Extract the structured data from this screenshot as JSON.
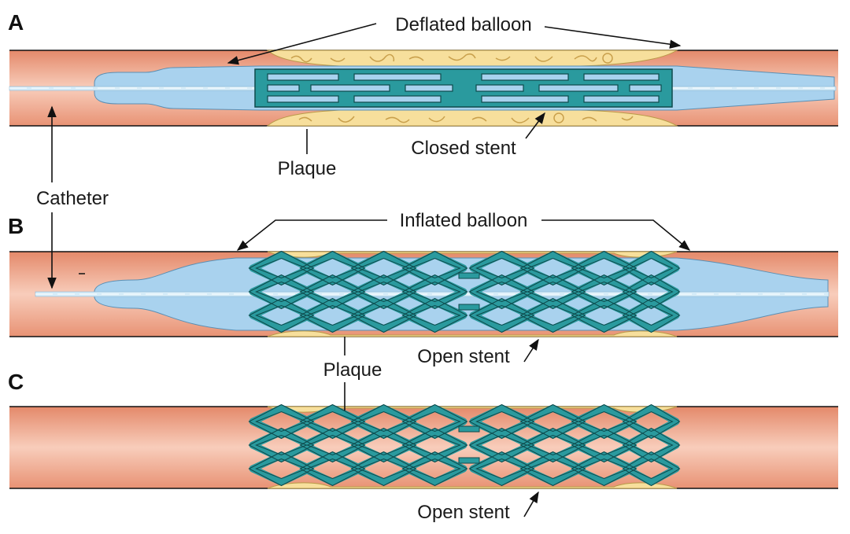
{
  "panels": {
    "a": "A",
    "b": "B",
    "c": "C"
  },
  "labels": {
    "deflated_balloon": "Deflated balloon",
    "inflated_balloon": "Inflated balloon",
    "closed_stent": "Closed stent",
    "open_stent_b": "Open stent",
    "open_stent_c": "Open stent",
    "plaque_a": "Plaque",
    "plaque_b": "Plaque",
    "catheter": "Catheter"
  },
  "colors": {
    "vessel_edge": "#e4896a",
    "vessel_mid": "#f8cdbb",
    "plaque": "#f7df9c",
    "plaque_squiggle": "#d9b25a",
    "balloon": "#a9d2ee",
    "catheter": "#d6ecf8",
    "stent": "#2a9a9e",
    "stent_outline": "#0e4a4c",
    "line": "#111111"
  }
}
